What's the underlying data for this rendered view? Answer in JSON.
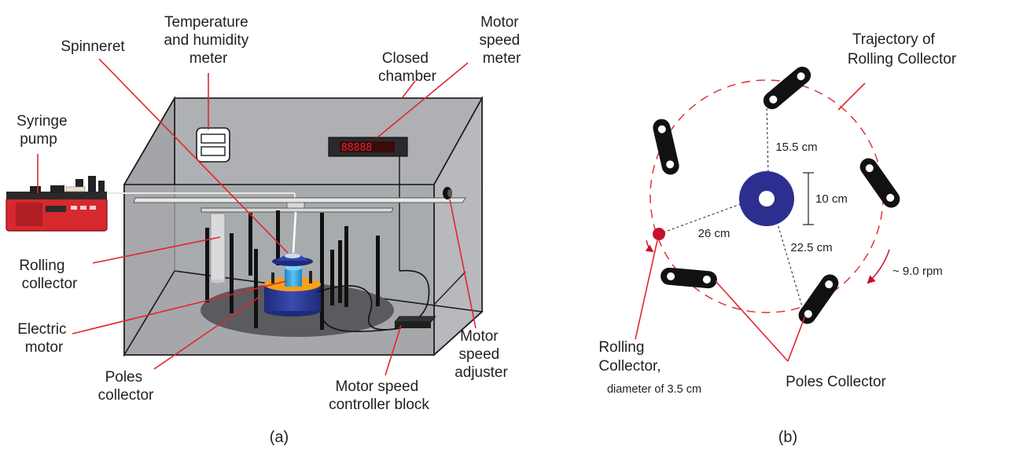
{
  "figure_a": {
    "caption": "(a)",
    "labels": {
      "temperature_meter": [
        "Temperature",
        "and humidity",
        "meter"
      ],
      "spinneret": [
        "Spinneret"
      ],
      "closed_chamber": [
        "Closed",
        "chamber"
      ],
      "motor_speed_meter": [
        "Motor",
        "speed",
        "meter"
      ],
      "syringe_pump": [
        "Syringe",
        "pump"
      ],
      "rolling_collector": [
        "Rolling",
        "collector"
      ],
      "electric_motor": [
        "Electric",
        "motor"
      ],
      "poles_collector": [
        "Poles",
        "collector"
      ],
      "motor_speed_controller": [
        "Motor speed",
        "controller block"
      ],
      "motor_speed_adjuster": [
        "Motor",
        "speed",
        "adjuster"
      ]
    }
  },
  "figure_b": {
    "caption": "(b)",
    "labels": {
      "trajectory": [
        "Trajectory of",
        "Rolling Collector"
      ],
      "rolling_collector": [
        "Rolling",
        "Collector,"
      ],
      "rolling_collector_note": "diameter of 3.5 cm",
      "poles_collector": "Poles Collector"
    },
    "dimensions": {
      "top_pole_distance": "15.5 cm",
      "center_diameter": "10 cm",
      "rolling_radius": "26 cm",
      "bottom_pole_distance": "22.5 cm",
      "rotation_speed": "~ 9.0 rpm"
    }
  },
  "colors": {
    "leader": "#e1262c",
    "chamber": "#a9abae",
    "center_disk": "#2c2f8f",
    "rolling_dot": "#c8102e",
    "pump": "#d7282f"
  }
}
